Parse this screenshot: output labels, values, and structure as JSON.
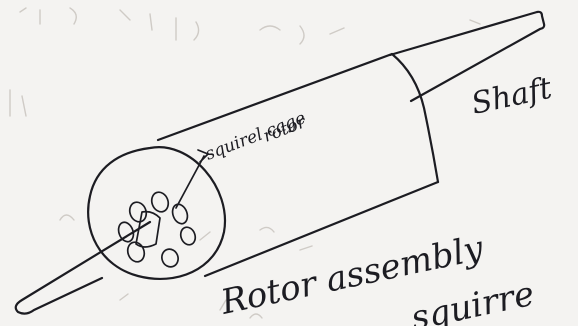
{
  "diagram": {
    "labels": {
      "rotor_line1": "squirel cage",
      "rotor_line2": "rotor",
      "shaft": "Shaft",
      "caption_line1": "Rotor assembly",
      "caption_line2": "squirre"
    },
    "colors": {
      "paper": "#f4f3f1",
      "ink": "#1c1c22",
      "bleed_through": "#cfcbc6"
    }
  }
}
